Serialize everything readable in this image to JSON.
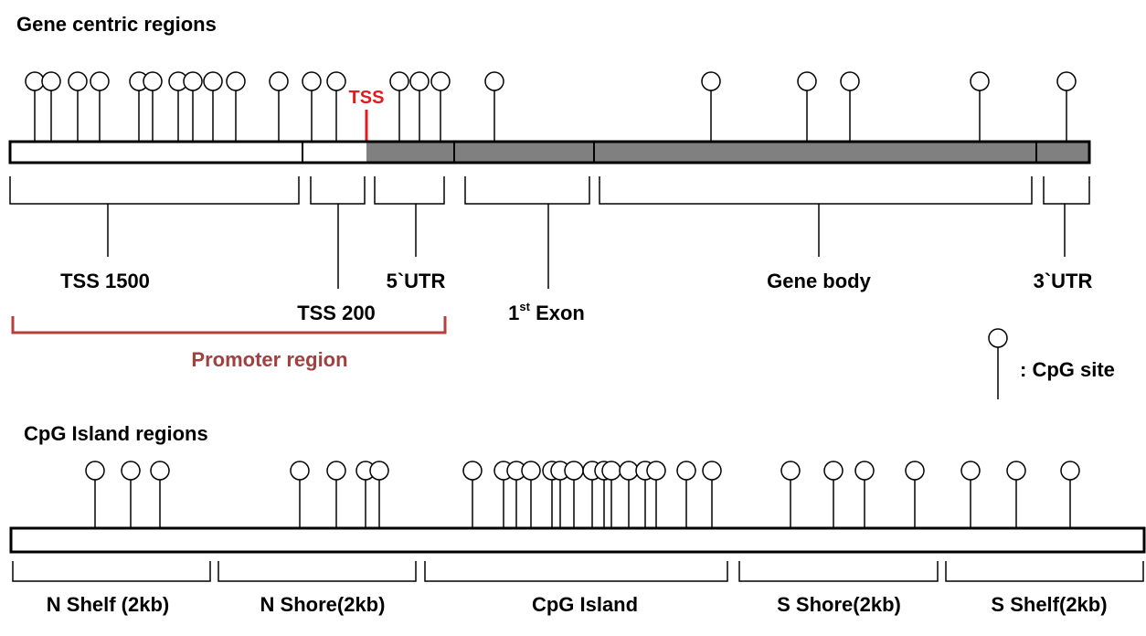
{
  "gene_section": {
    "title": "Gene centric regions",
    "tss_label": "TSS",
    "regions": [
      {
        "name": "tss1500",
        "label": "TSS 1500"
      },
      {
        "name": "tss200",
        "label": "TSS 200"
      },
      {
        "name": "utr5",
        "label": "5`UTR"
      },
      {
        "name": "exon1",
        "label": "1",
        "sup": "st",
        "label_suffix": " Exon"
      },
      {
        "name": "gene-body",
        "label": "Gene body"
      },
      {
        "name": "utr3",
        "label": "3`UTR"
      }
    ],
    "promoter_label": "Promoter region",
    "colors": {
      "upstream": "#ffffff",
      "transcribed": "#808080",
      "tss": "#e41a1c",
      "promoter_bracket": "#b5403d"
    }
  },
  "legend": {
    "label": ": CpG site"
  },
  "island_section": {
    "title": "CpG Island regions",
    "regions": [
      {
        "name": "n-shelf",
        "label": "N Shelf (2kb)"
      },
      {
        "name": "n-shore",
        "label": "N Shore(2kb)"
      },
      {
        "name": "cpg-island",
        "label": "CpG Island"
      },
      {
        "name": "s-shore",
        "label": "S Shore(2kb)"
      },
      {
        "name": "s-shelf",
        "label": "S Shelf(2kb)"
      }
    ]
  }
}
